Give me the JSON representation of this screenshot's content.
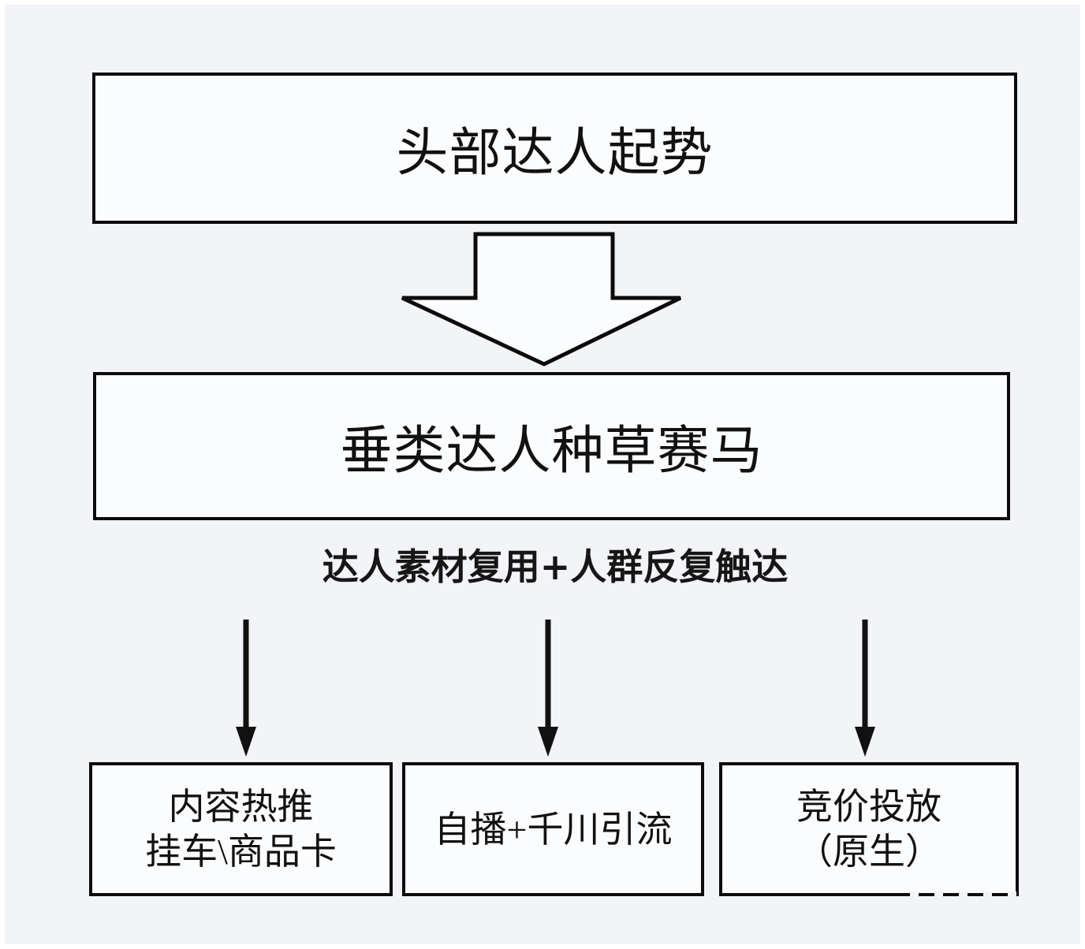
{
  "diagram": {
    "stage1": {
      "label": "头部达人起势"
    },
    "stage2": {
      "label": "垂类达人种草赛马"
    },
    "annotation": {
      "label": "达人素材复用+人群反复触达"
    },
    "outputs": [
      {
        "lines": [
          "内容热推",
          "挂车\\商品卡"
        ]
      },
      {
        "lines": [
          "自播+千川引流"
        ]
      },
      {
        "lines": [
          "竞价投放",
          "（原生）"
        ]
      }
    ],
    "colors": {
      "background": "#f3f4f8",
      "box_fill": "#fbfcfe",
      "line": "#0c0c0c",
      "text": "#111111"
    }
  }
}
